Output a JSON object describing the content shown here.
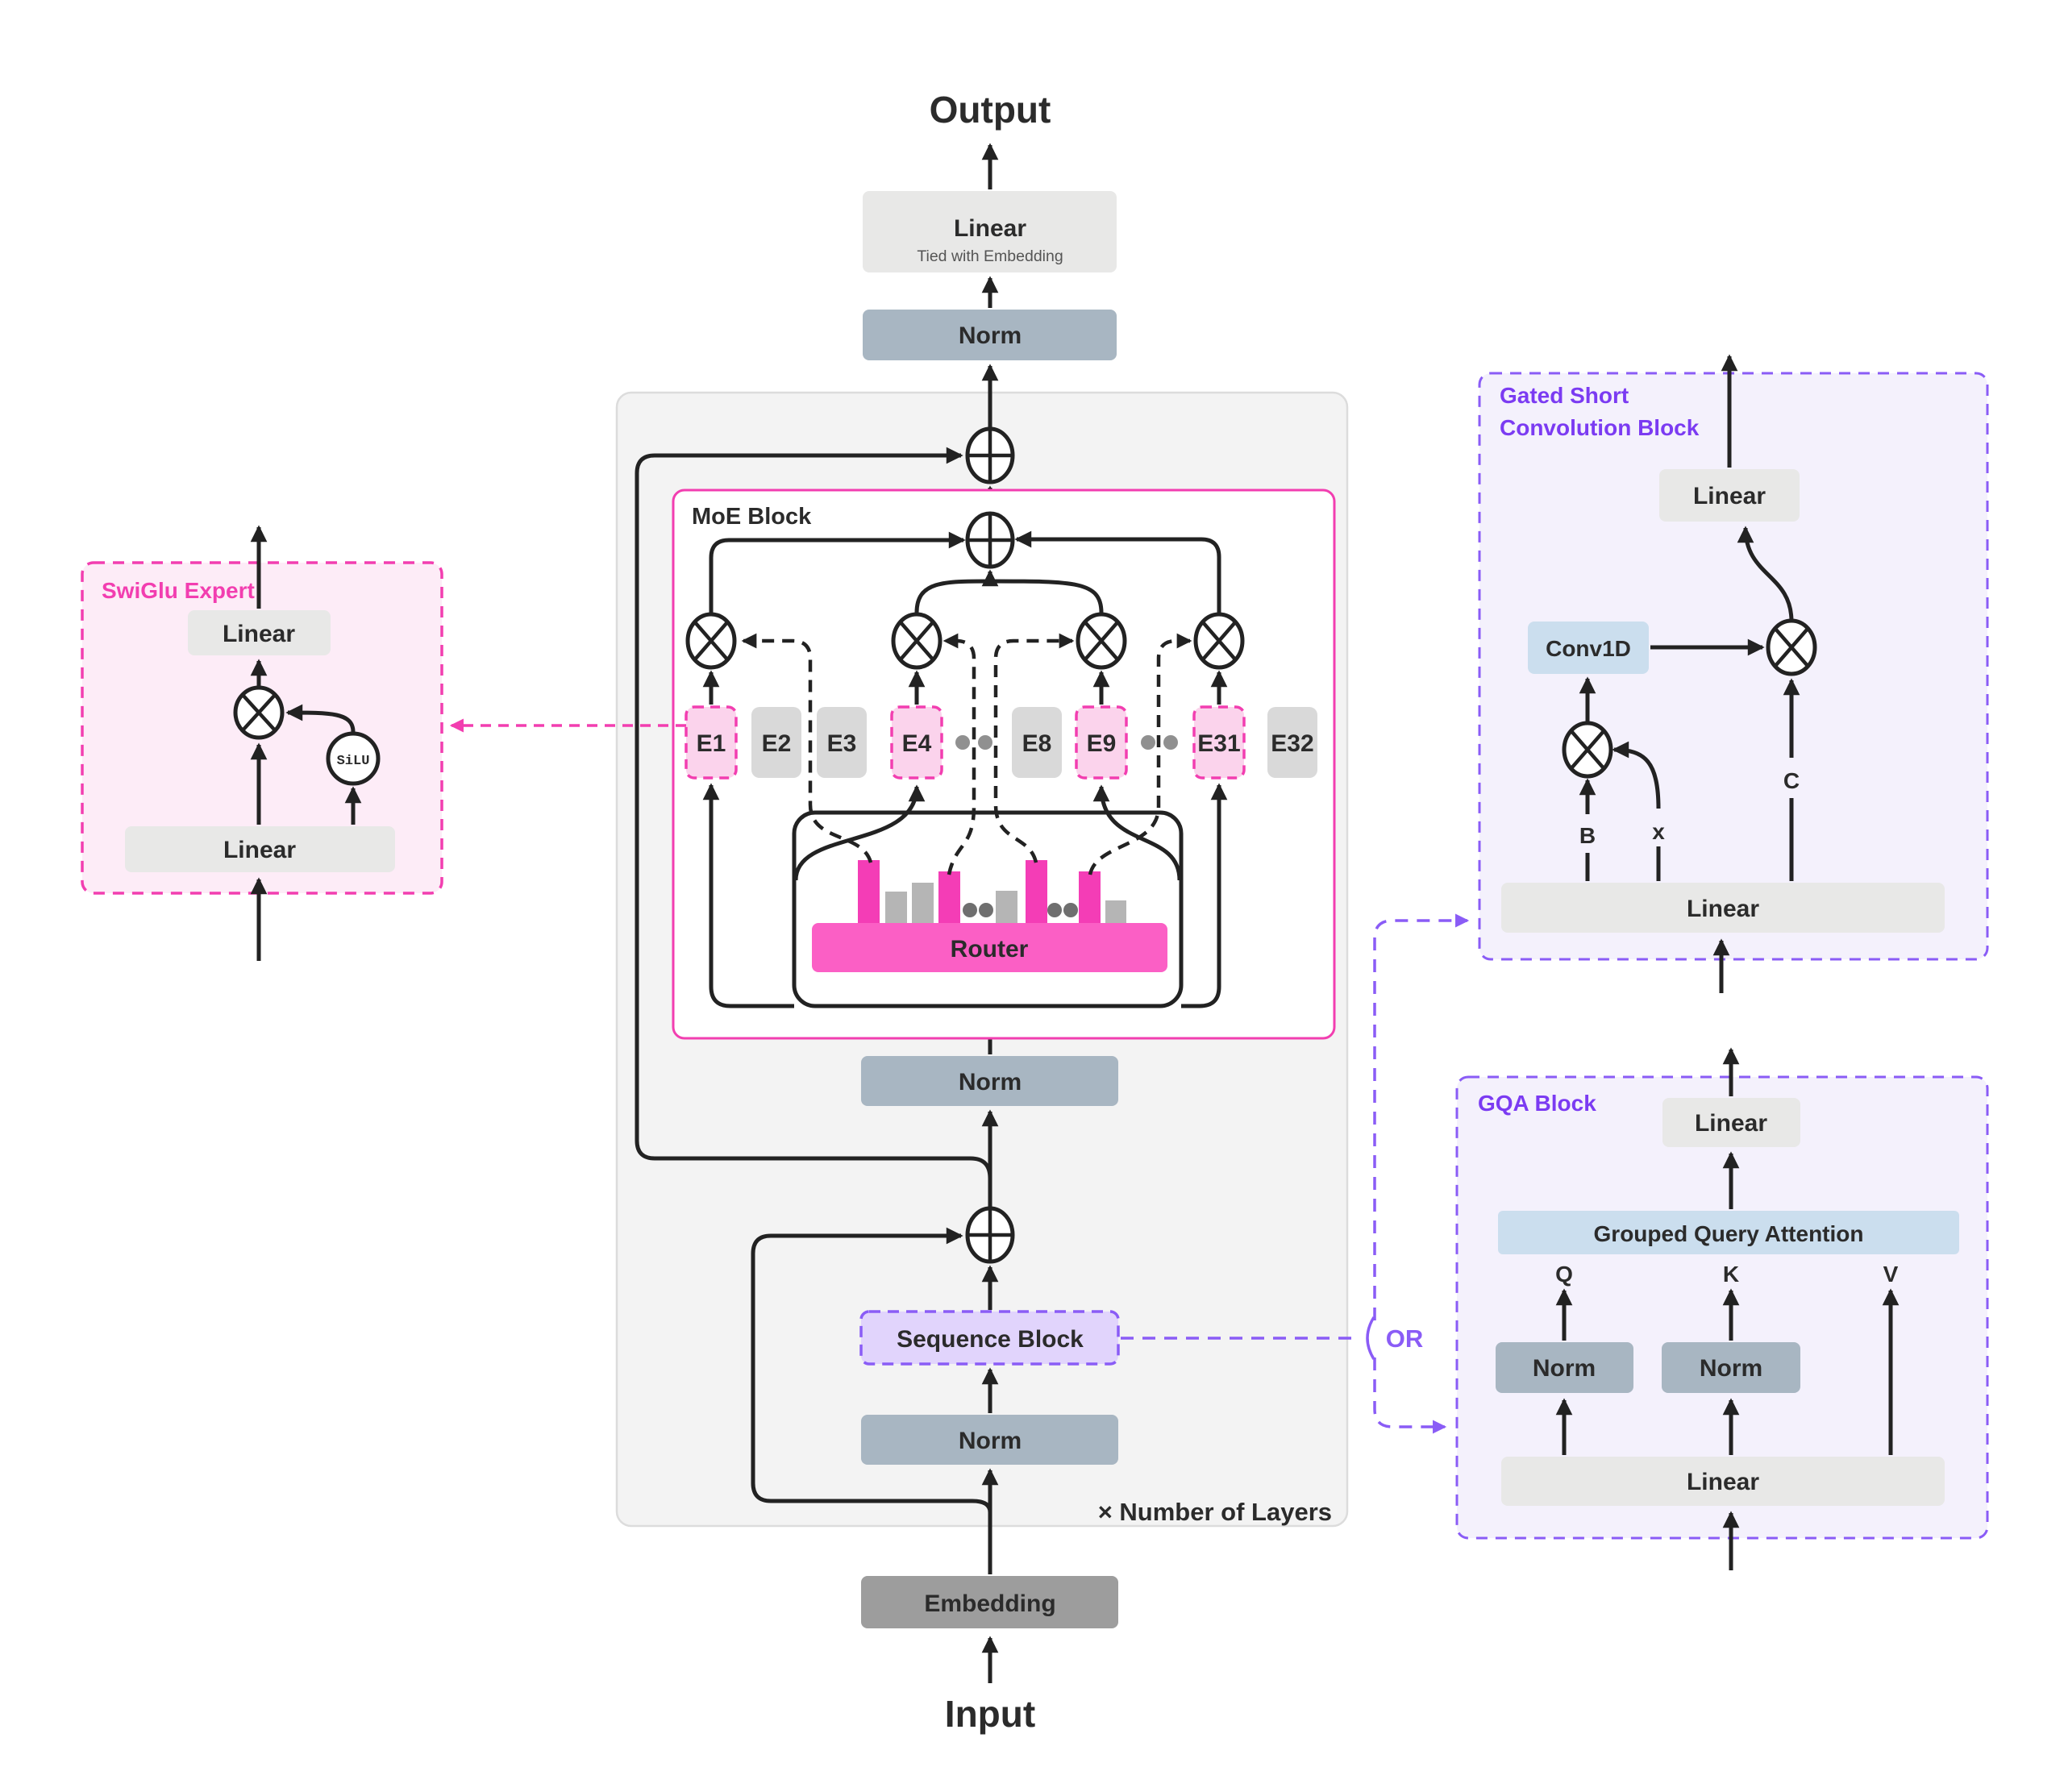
{
  "titles": {
    "output": "Output",
    "input": "Input"
  },
  "top": {
    "linear": "Linear",
    "linear_sub": "Tied with Embedding",
    "norm": "Norm"
  },
  "container": {
    "layers_note": "× Number of Layers"
  },
  "moe": {
    "label": "MoE Block",
    "router": "Router",
    "norm": "Norm",
    "experts": [
      "E1",
      "E2",
      "E3",
      "E4",
      "E8",
      "E9",
      "E31",
      "E32"
    ]
  },
  "center": {
    "sequence_block": "Sequence Block",
    "norm_bottom": "Norm",
    "embedding": "Embedding"
  },
  "swiglu": {
    "label": "SwiGlu Expert",
    "linear_top": "Linear",
    "silu": "SiLU",
    "linear_bottom": "Linear"
  },
  "gsc": {
    "label_line1": "Gated Short",
    "label_line2": "Convolution Block",
    "linear_top": "Linear",
    "conv1d": "Conv1D",
    "b": "B",
    "x": "x",
    "c": "C",
    "linear_bottom": "Linear"
  },
  "gqa": {
    "label": "GQA Block",
    "linear_top": "Linear",
    "attention": "Grouped Query Attention",
    "q": "Q",
    "k": "K",
    "v": "V",
    "norm_q": "Norm",
    "norm_k": "Norm",
    "linear_bottom": "Linear"
  },
  "or_label": "OR",
  "colors": {
    "ink": "#2b2b2b",
    "bg": "#ffffff",
    "container": "#f3f3f3",
    "containerBorder": "#dcdcdc",
    "norm": "#a8b6c2",
    "linear": "#e8e8e7",
    "embed": "#9d9d9d",
    "blue": "#cbdeee",
    "pink": "#f23eb0",
    "router": "#fb5fc5",
    "barPink": "#f43db6",
    "barGray": "#b5b5b5",
    "expPink": "#fbd3ec",
    "expGray": "#d9d9d9",
    "swFill": "#fdecf7",
    "purple": "#8a5cf6",
    "purpleText": "#7b3bf2",
    "purpleFill": "#f4f1fc",
    "seqFill": "#e1d4fc"
  }
}
